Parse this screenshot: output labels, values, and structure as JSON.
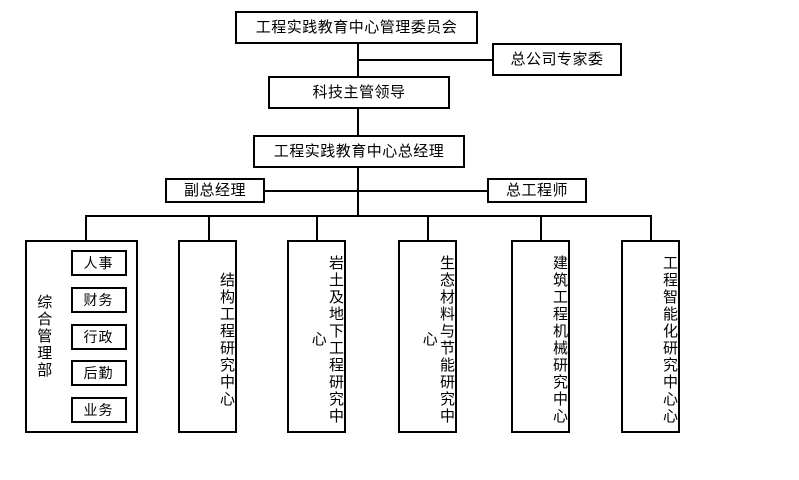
{
  "diagram": {
    "title_node": {
      "label": "工程实践教育中心管理委员会"
    },
    "advisory_node": {
      "label": "总公司专家委"
    },
    "tech_lead_node": {
      "label": "科技主管领导"
    },
    "gm_node": {
      "label": "工程实践教育中心总经理"
    },
    "deputy_gm_node": {
      "label": "副总经理"
    },
    "chief_engineer_node": {
      "label": "总工程师"
    },
    "departments": [
      {
        "label": "综合管理部",
        "subunits": [
          {
            "label": "人事"
          },
          {
            "label": "财务"
          },
          {
            "label": "行政"
          },
          {
            "label": "后勤"
          },
          {
            "label": "业务"
          }
        ]
      },
      {
        "label": "结构工程研究中心",
        "subunits": []
      },
      {
        "label": "岩土及地下工程研究中心",
        "subunits": []
      },
      {
        "label": "生态材料与节能研究中心",
        "subunits": []
      },
      {
        "label": "建筑工程机械研究中心",
        "subunits": []
      },
      {
        "label": "工程智能化研究中心心",
        "subunits": []
      }
    ],
    "colors": {
      "stroke": "#000000",
      "fill": "#ffffff",
      "text": "#000000"
    }
  }
}
